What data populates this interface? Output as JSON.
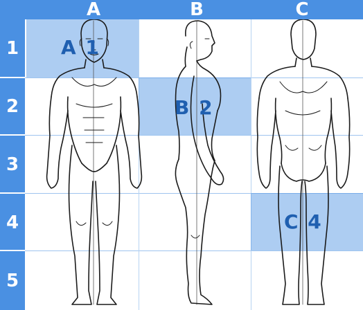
{
  "columns": [
    "A",
    "B",
    "C"
  ],
  "rows": [
    "1",
    "2",
    "3",
    "4",
    "5"
  ],
  "highlights": [
    {
      "label": "A 1",
      "column": "A",
      "row": "1"
    },
    {
      "label": "B 2",
      "column": "B",
      "row": "2"
    },
    {
      "label": "C 4",
      "column": "C",
      "row": "4"
    }
  ],
  "colors": {
    "header": "#4a90e2",
    "highlight": "#4a90e2",
    "label": "#1f5fb0",
    "grid": "#9ec4ef"
  },
  "figures": [
    "front-view",
    "side-view",
    "back-view"
  ]
}
